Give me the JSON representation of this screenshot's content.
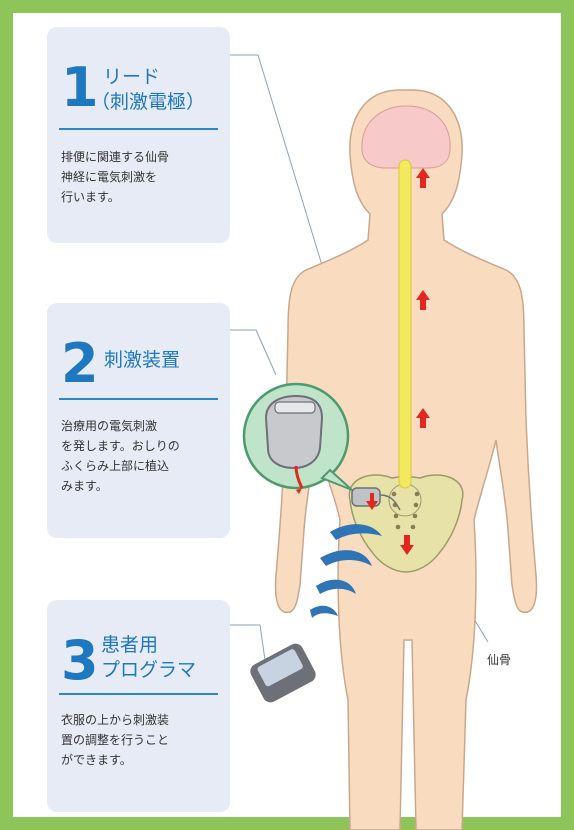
{
  "cards": [
    {
      "number": "1",
      "title_line1": "リード",
      "title_line2": "（刺激電極）",
      "description": "排便に関連する仙骨\n神経に電気刺激を\n行います。"
    },
    {
      "number": "2",
      "title_line1": "刺激装置",
      "title_line2": "",
      "description": "治療用の電気刺激\nを発します。おしりの\nふくらみ上部に植込\nみます。"
    },
    {
      "number": "3",
      "title_line1": "患者用",
      "title_line2": "プログラマ",
      "description": "衣服の上から刺激装\n置の調整を行うこと\nができます。"
    }
  ],
  "labels": {
    "sacrum": "仙骨"
  },
  "colors": {
    "frame": "#8dc55a",
    "card": "#e6ebf5",
    "accent": "#1d78bf",
    "skin": "#f9dcc0",
    "nerve": "#f3e95c",
    "arrow": "#e5251f"
  }
}
